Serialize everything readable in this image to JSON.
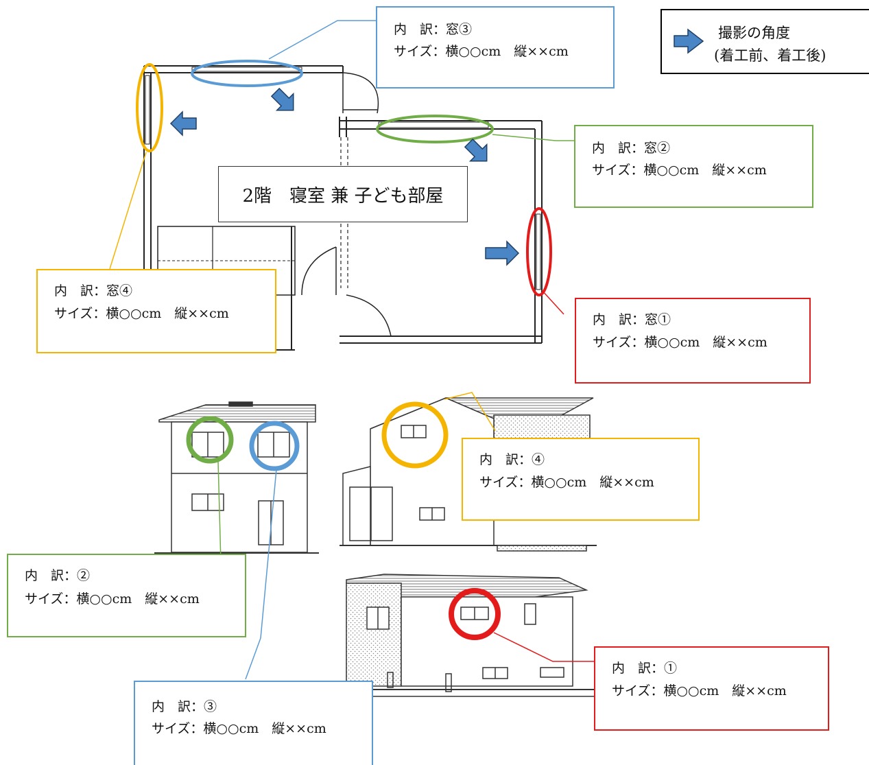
{
  "legend": {
    "line1": "撮影の角度",
    "line2": "(着工前、着工後)",
    "arrow_icon": "right-arrow-icon",
    "arrow_color": "#4a86c5"
  },
  "room_label": "2階　寝室 兼 子ども部屋",
  "callouts": {
    "window3": {
      "line1": "内　訳：窓③",
      "line2": "サイズ：横○○cm　縦××cm"
    },
    "window2": {
      "line1": "内　訳：窓②",
      "line2": "サイズ：横○○cm　縦××cm"
    },
    "window4": {
      "line1": "内　訳：窓④",
      "line2": "サイズ：横○○cm　縦××cm"
    },
    "window1": {
      "line1": "内　訳：窓①",
      "line2": "サイズ：横○○cm　縦××cm"
    },
    "elev4": {
      "line1": "内　訳：④",
      "line2": "サイズ：横○○cm　縦××cm"
    },
    "elev2": {
      "line1": "内　訳：②",
      "line2": "サイズ：横○○cm　縦××cm"
    },
    "elev3": {
      "line1": "内　訳：③",
      "line2": "サイズ：横○○cm　縦××cm"
    },
    "elev1": {
      "line1": "内　訳：①",
      "line2": "サイズ：横○○cm　縦××cm"
    }
  },
  "colors": {
    "window1": "#e41b1b",
    "window2": "#70ad47",
    "window3": "#5b9bd5",
    "window4": "#f4b400",
    "arrow": "#4a86c5"
  }
}
